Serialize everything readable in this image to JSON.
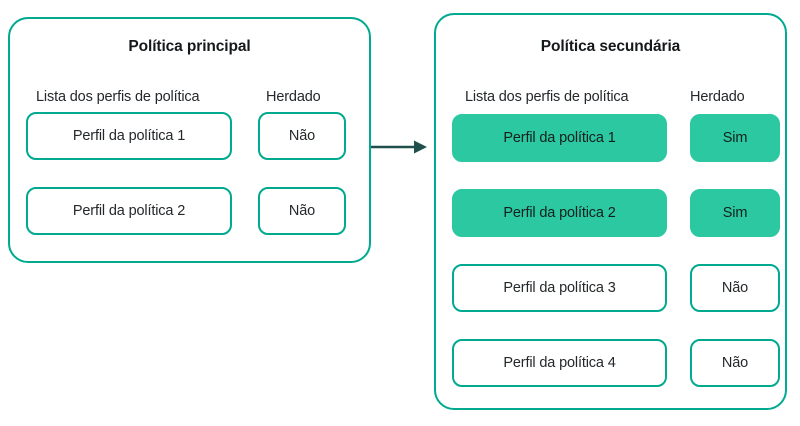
{
  "colors": {
    "outline": "#00A98F",
    "fill": "#2BC8A1",
    "text": "#24282b",
    "title": "#15191c",
    "arrow": "#1F504C",
    "background": "#ffffff"
  },
  "diagram": {
    "type": "inheritance-flow",
    "arrow_label": "",
    "arrow_direction": "left-to-right"
  },
  "panels": [
    {
      "id": "primary",
      "title": "Política principal",
      "headers": {
        "profiles": "Lista dos perfis de política",
        "inherited": "Herdado"
      },
      "rows": [
        {
          "profile": "Perfil da política 1",
          "inherited": "Não",
          "highlighted": false
        },
        {
          "profile": "Perfil da política 2",
          "inherited": "Não",
          "highlighted": false
        }
      ]
    },
    {
      "id": "secondary",
      "title": "Política secundária",
      "headers": {
        "profiles": "Lista dos perfis de política",
        "inherited": "Herdado"
      },
      "rows": [
        {
          "profile": "Perfil da política 1",
          "inherited": "Sim",
          "highlighted": true
        },
        {
          "profile": "Perfil da política 2",
          "inherited": "Sim",
          "highlighted": true
        },
        {
          "profile": "Perfil da política 3",
          "inherited": "Não",
          "highlighted": false
        },
        {
          "profile": "Perfil da política 4",
          "inherited": "Não",
          "highlighted": false
        }
      ]
    }
  ]
}
